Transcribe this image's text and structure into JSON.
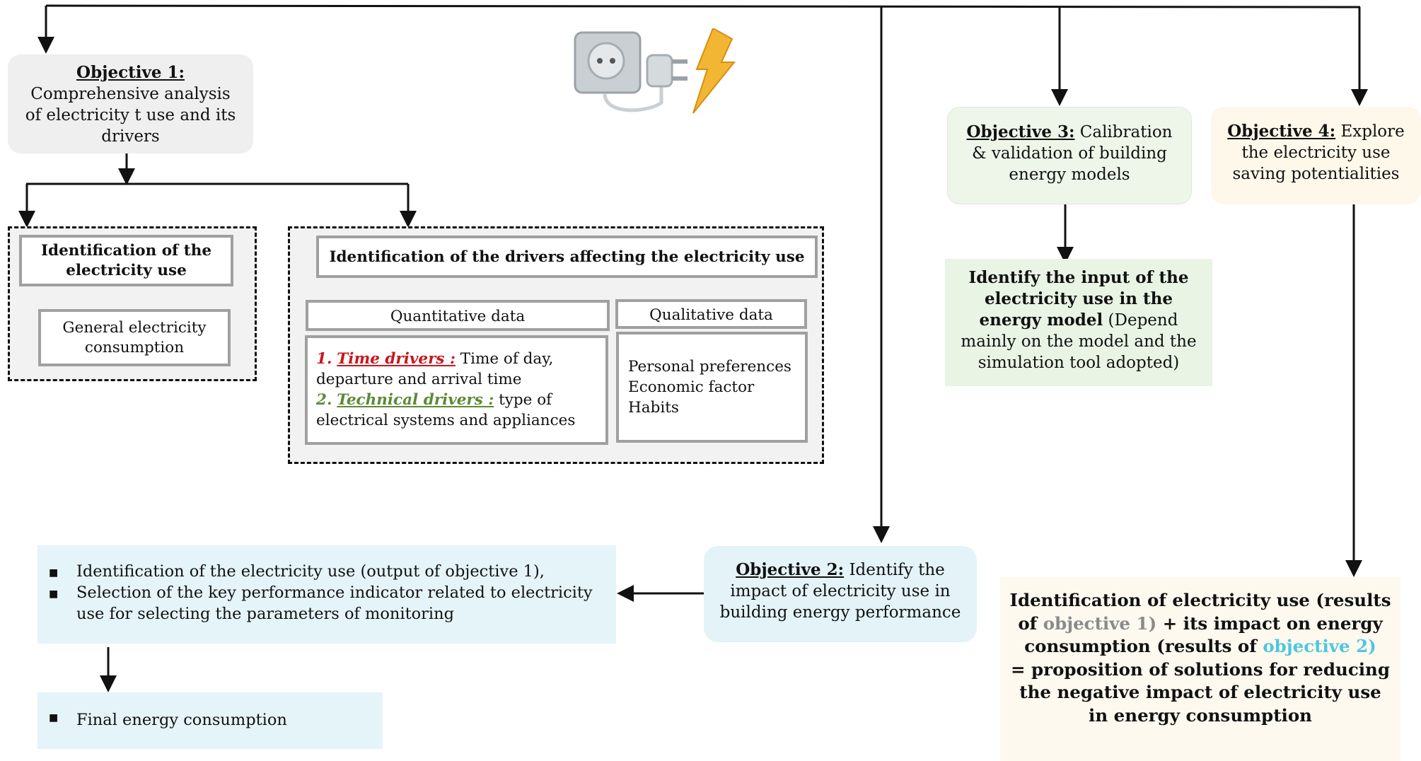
{
  "objective1": {
    "title": "Objective 1:",
    "text": "Comprehensive analysis of electricity t use and its drivers"
  },
  "identification_use": {
    "title": "Identification of the electricity use",
    "sub": "General electricity consumption"
  },
  "drivers": {
    "title": "Identification of the drivers affecting the electricity use",
    "quantitative": {
      "header": "Quantitative data",
      "item1_num": "1.",
      "item1_label": "Time drivers :",
      "item1_text": " Time of day, departure and arrival time",
      "item2_num": "2.",
      "item2_label": "Technical drivers :",
      "item2_text": " type of electrical systems and appliances"
    },
    "qualitative": {
      "header": "Qualitative data",
      "items": [
        "Personal preferences",
        "Economic factor",
        "Habits"
      ]
    }
  },
  "objective3": {
    "title": "Objective 3:",
    "text": " Calibration & validation of building energy models"
  },
  "objective4": {
    "title": "Objective 4:",
    "text": " Explore the electricity use saving potentialities"
  },
  "model_input": {
    "bold": "Identify the input of the electricity use in the energy model",
    "normal": " (Depend mainly on the model and the simulation tool adopted)"
  },
  "objective2": {
    "title": "Objective 2:",
    "text": "  Identify the impact of electricity  use  in building energy performance"
  },
  "monitoring": {
    "items": [
      "Identification of the electricity use (output of objective 1),",
      "Selection of the key performance indicator related to electricity use for selecting the parameters of monitoring"
    ],
    "final": "Final energy consumption"
  },
  "result": {
    "part1": "Identification of electricity use (results of ",
    "obj1": "objective 1)",
    "part2": " + its impact on energy consumption (results of ",
    "obj2": "objective 2)",
    "part3": "= proposition of solutions for reducing the negative impact of electricity use in energy consumption"
  },
  "colors": {
    "objective1_ref": "#8a8a8a",
    "objective2_ref": "#4ec6e0",
    "time_drivers": "#c8161e",
    "technical_drivers": "#5b8a33"
  },
  "icons": [
    "power-socket-icon",
    "plug-icon",
    "lightning-bolt-icon"
  ]
}
